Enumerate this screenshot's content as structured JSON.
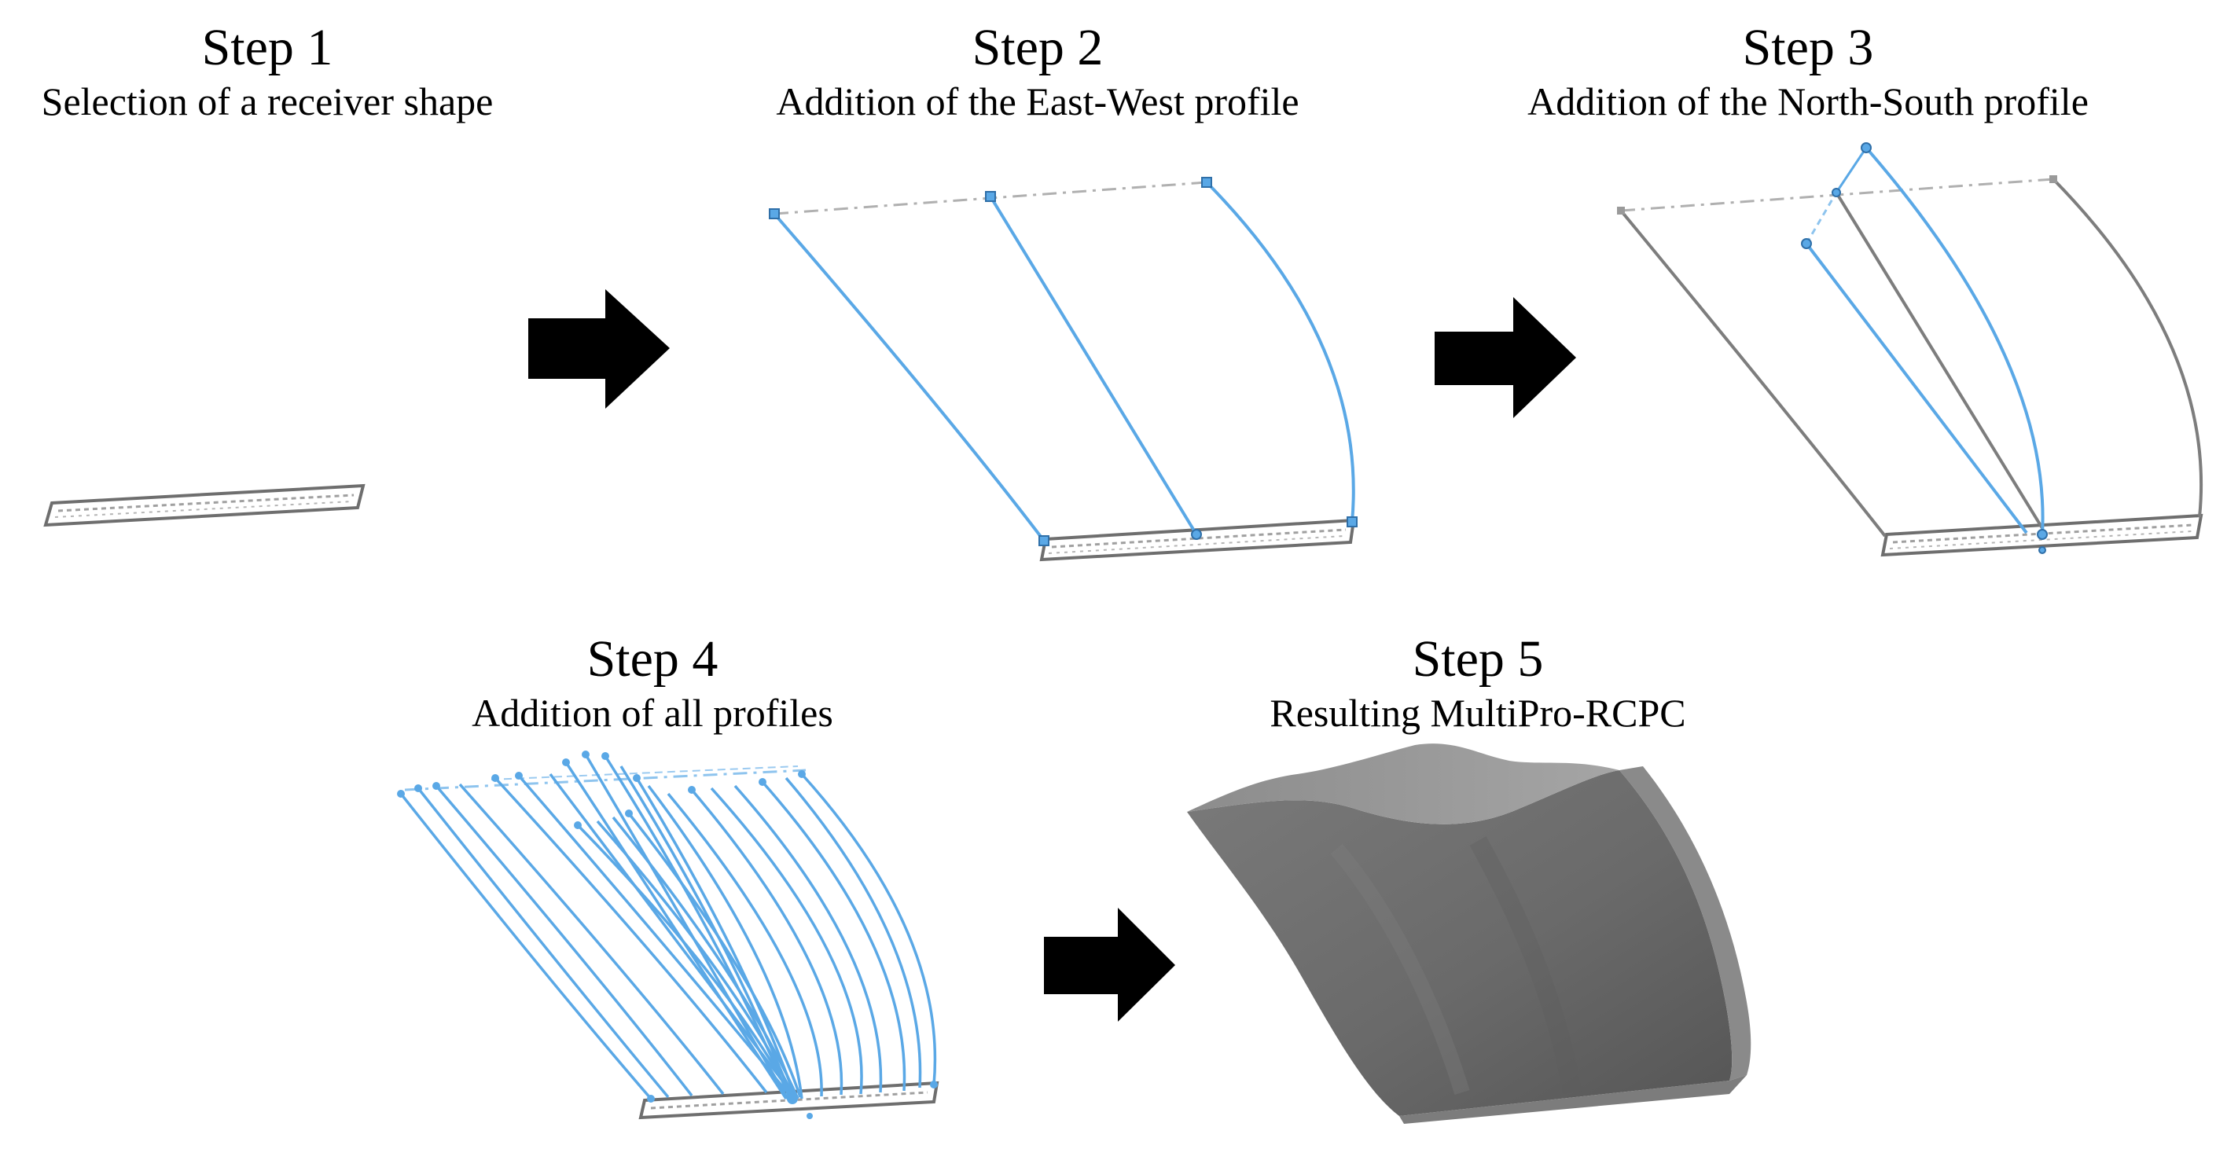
{
  "steps": [
    {
      "title": "Step 1",
      "subtitle": "Selection of a receiver shape"
    },
    {
      "title": "Step 2",
      "subtitle": "Addition of the East-West profile"
    },
    {
      "title": "Step 3",
      "subtitle": "Addition of the North-South profile"
    },
    {
      "title": "Step 4",
      "subtitle": "Addition of all profiles"
    },
    {
      "title": "Step 5",
      "subtitle": "Resulting MultiPro-RCPC"
    }
  ],
  "colors": {
    "profile_blue": "#5aa8e6",
    "receiver_gray": "#6e6e6e",
    "construction_gray": "#b0b0b0",
    "solid_dark": "#6a6a6a",
    "solid_light": "#9b9b9b",
    "arrow": "#000000"
  }
}
